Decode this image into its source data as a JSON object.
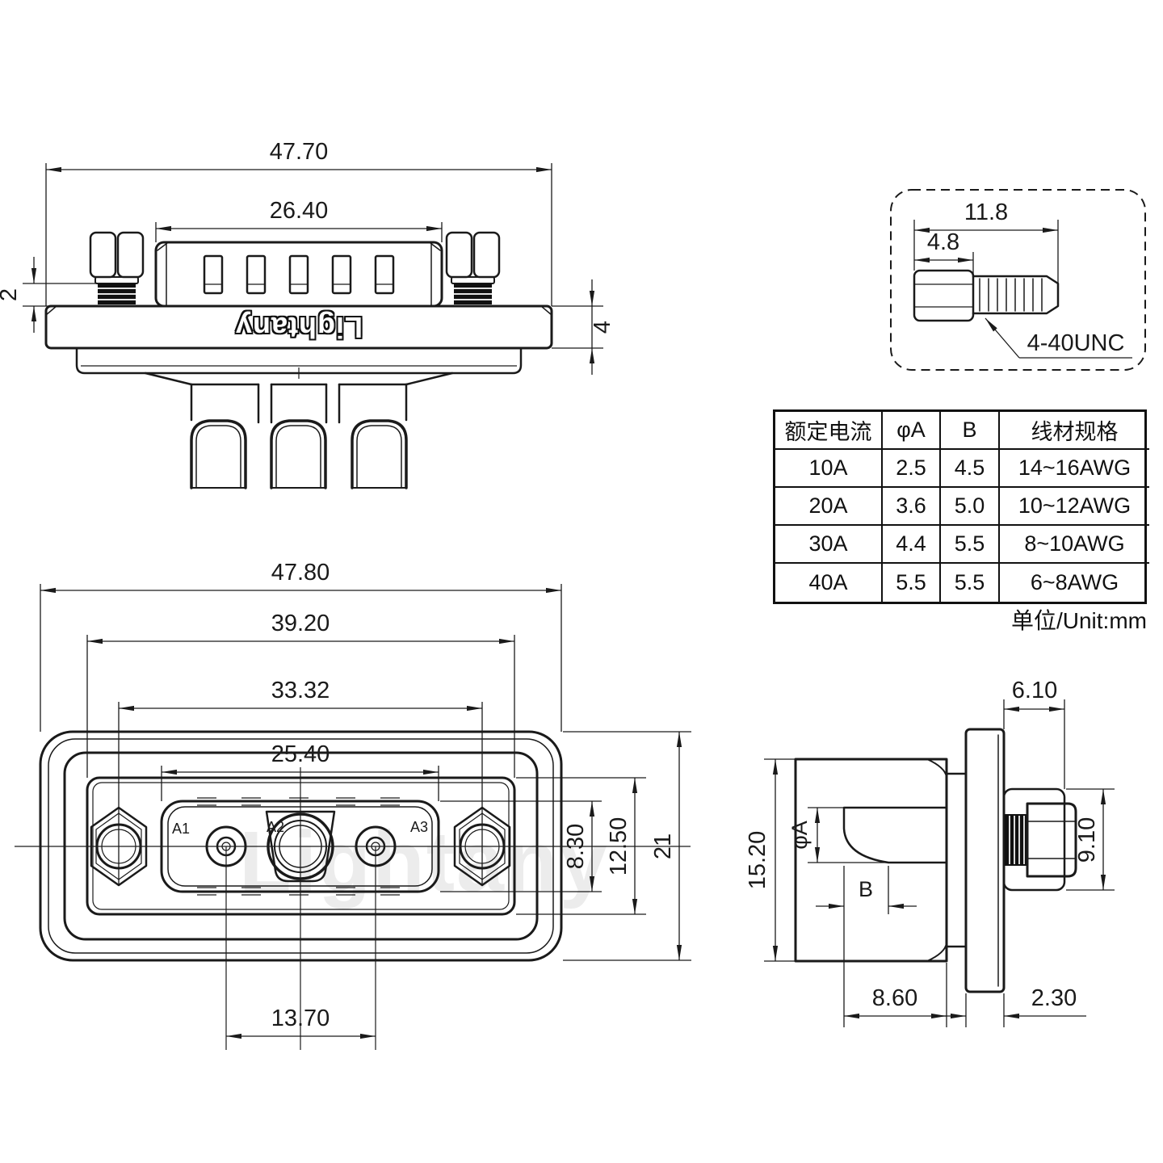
{
  "meta": {
    "background": "#ffffff",
    "line_color": "#1a1a1a",
    "watermark_color": "#e0e0e0"
  },
  "top_view": {
    "logo": "Lightany",
    "dims": {
      "overall_width": "47.70",
      "shell_width": "26.40",
      "thread_gap": "2",
      "flange_thickness": "4"
    }
  },
  "screw_detail": {
    "thread_label": "4-40UNC",
    "dims": {
      "overall_length": "11.8",
      "head_length": "4.8"
    }
  },
  "spec_table": {
    "headers": [
      "额定电流",
      "φA",
      "B",
      "线材规格"
    ],
    "rows": [
      [
        "10A",
        "2.5",
        "4.5",
        "14~16AWG"
      ],
      [
        "20A",
        "3.6",
        "5.0",
        "10~12AWG"
      ],
      [
        "30A",
        "4.4",
        "5.5",
        "8~10AWG"
      ],
      [
        "40A",
        "5.5",
        "5.5",
        "6~8AWG"
      ]
    ],
    "unit_note": "单位/Unit:mm"
  },
  "front_view": {
    "watermark": "Lightany",
    "contact_labels": [
      "A1",
      "A2",
      "A3"
    ],
    "dims": {
      "overall_width": "47.80",
      "panel_width": "39.20",
      "hole_spacing": "33.32",
      "shell_width": "25.40",
      "shell_height": "8.30",
      "panel_height": "12.50",
      "overall_height": "21",
      "contact_spacing": "13.70"
    }
  },
  "side_view": {
    "dims": {
      "boss_length": "6.10",
      "body_height": "15.20",
      "head_height": "9.10",
      "body_depth": "8.60",
      "flange_thickness": "2.30",
      "hole_diameter": "φA",
      "hole_depth": "B"
    }
  }
}
